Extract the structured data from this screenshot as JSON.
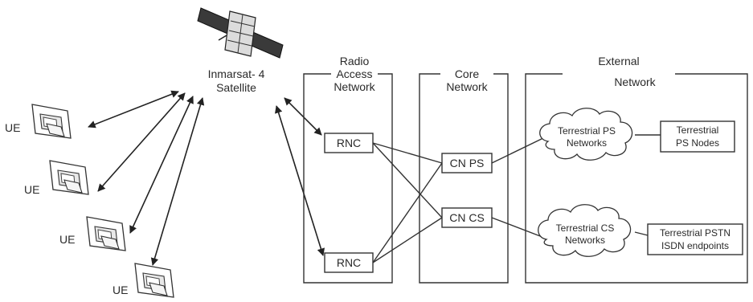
{
  "satellite": {
    "label_line1": "Inmarsat- 4",
    "label_line2": "Satellite"
  },
  "ue": {
    "labels": [
      "UE",
      "UE",
      "UE",
      "UE"
    ]
  },
  "ran": {
    "title_line1": "Radio",
    "title_line2": "Access",
    "title_line3": "Network",
    "rnc_top": "RNC",
    "rnc_bottom": "RNC"
  },
  "core": {
    "title_line1": "Core",
    "title_line2": "Network",
    "cn_ps": "CN PS",
    "cn_cs": "CN CS"
  },
  "external": {
    "title_line1": "External",
    "title_line2": "Network",
    "ps_cloud_line1": "Terrestrial PS",
    "ps_cloud_line2": "Networks",
    "cs_cloud_line1": "Terrestrial CS",
    "cs_cloud_line2": "Networks",
    "ps_nodes_line1": "Terrestrial",
    "ps_nodes_line2": "PS Nodes",
    "pstn_line1": "Terrestrial PSTN",
    "pstn_line2": "ISDN endpoints"
  }
}
